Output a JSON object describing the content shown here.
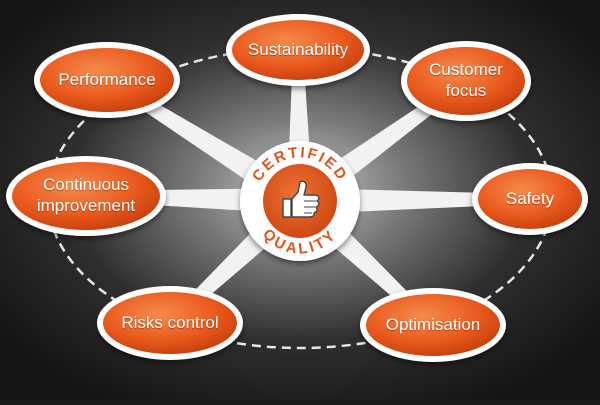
{
  "hub": {
    "top_text": "CERTIFIED",
    "bottom_text": "QUALITY",
    "icon": "thumbs-up-icon"
  },
  "nodes": [
    {
      "id": "sustainability",
      "label": "Sustainability"
    },
    {
      "id": "customer-focus",
      "label": "Customer\nfocus"
    },
    {
      "id": "safety",
      "label": "Safety"
    },
    {
      "id": "optimisation",
      "label": "Optimisation"
    },
    {
      "id": "risks-control",
      "label": "Risks control"
    },
    {
      "id": "continuous-improvement",
      "label": "Continuous\nimprovement"
    },
    {
      "id": "performance",
      "label": "Performance"
    }
  ],
  "colors": {
    "node_orange": "#ea5a1e",
    "node_orange_light": "#f58a4c",
    "node_orange_dark": "#c43d0a",
    "connector": "#f2f2f2",
    "hub_text": "#e2531a",
    "dashed_ring": "#e6e6e6",
    "background_glow": "#c4c4c4",
    "background_dark": "#141414"
  }
}
